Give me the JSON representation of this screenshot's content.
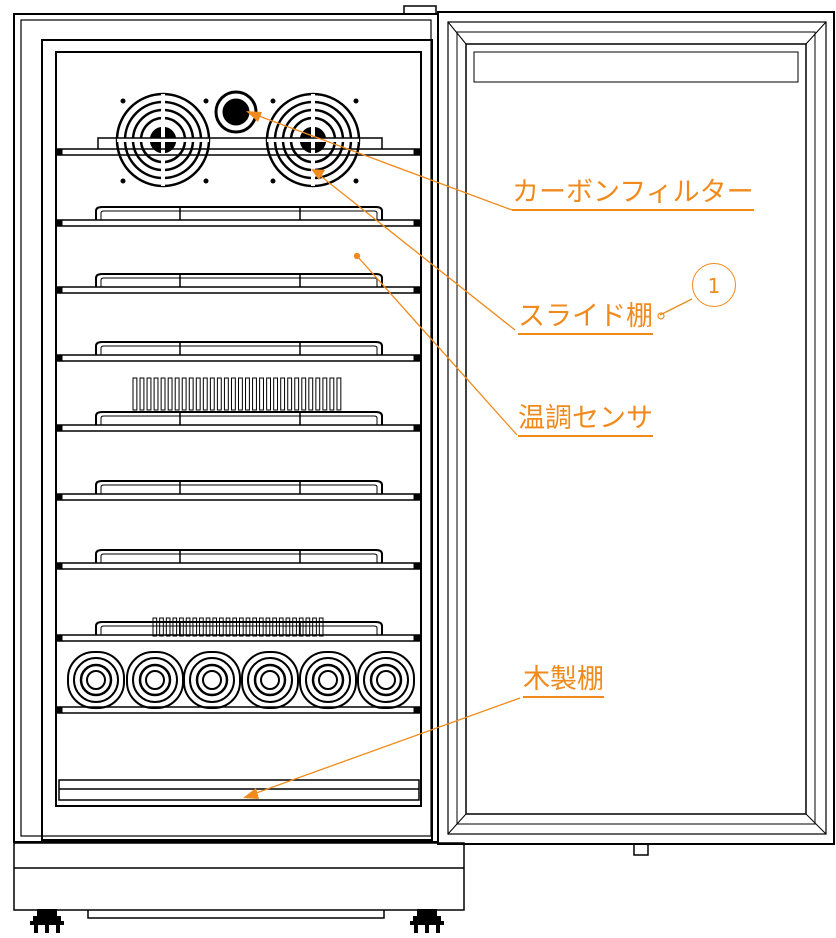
{
  "labels": {
    "carbon_filter": "カーボンフィルター",
    "slide_shelf": "スライド棚",
    "temp_sensor": "温調センサ",
    "wood_shelf": "木製棚"
  },
  "callout_number": "1",
  "colors": {
    "line": "#000000",
    "accent": "#f08a1c",
    "background": "#ffffff"
  }
}
